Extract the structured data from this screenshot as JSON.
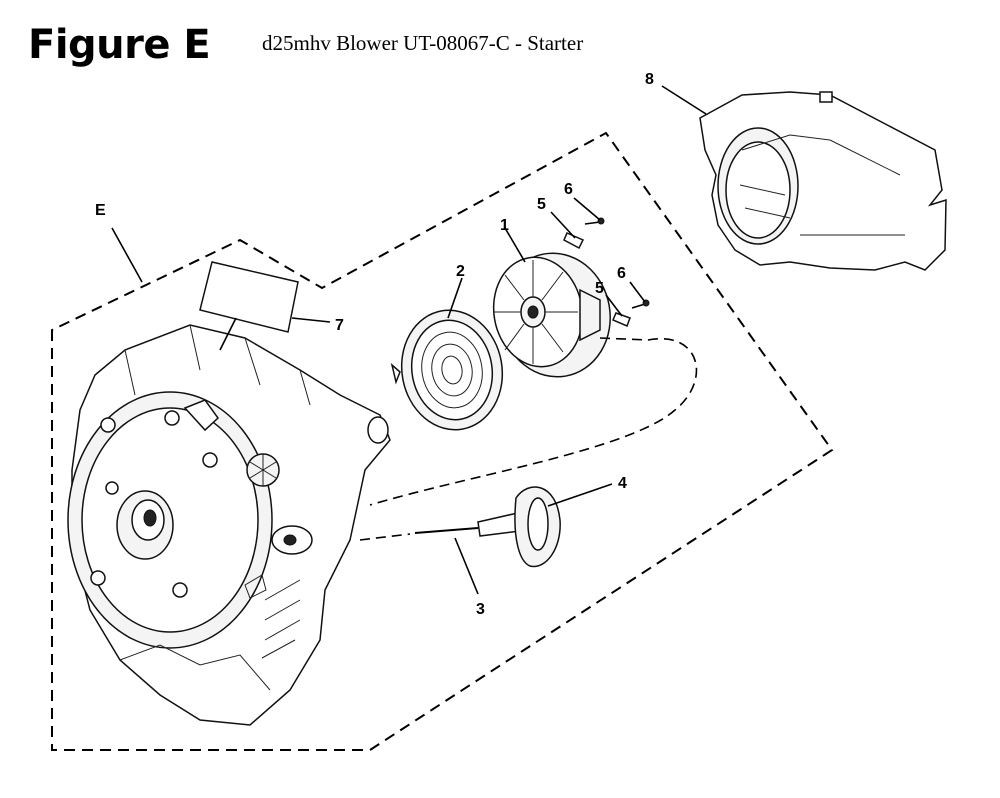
{
  "figure": {
    "label": "Figure E",
    "title": "d25mhv Blower UT-08067-C - Starter"
  },
  "callouts": {
    "assembly": "E",
    "p1": "1",
    "p2": "2",
    "p3": "3",
    "p4": "4",
    "p5a": "5",
    "p5b": "5",
    "p6a": "6",
    "p6b": "6",
    "p7": "7",
    "p8": "8"
  }
}
